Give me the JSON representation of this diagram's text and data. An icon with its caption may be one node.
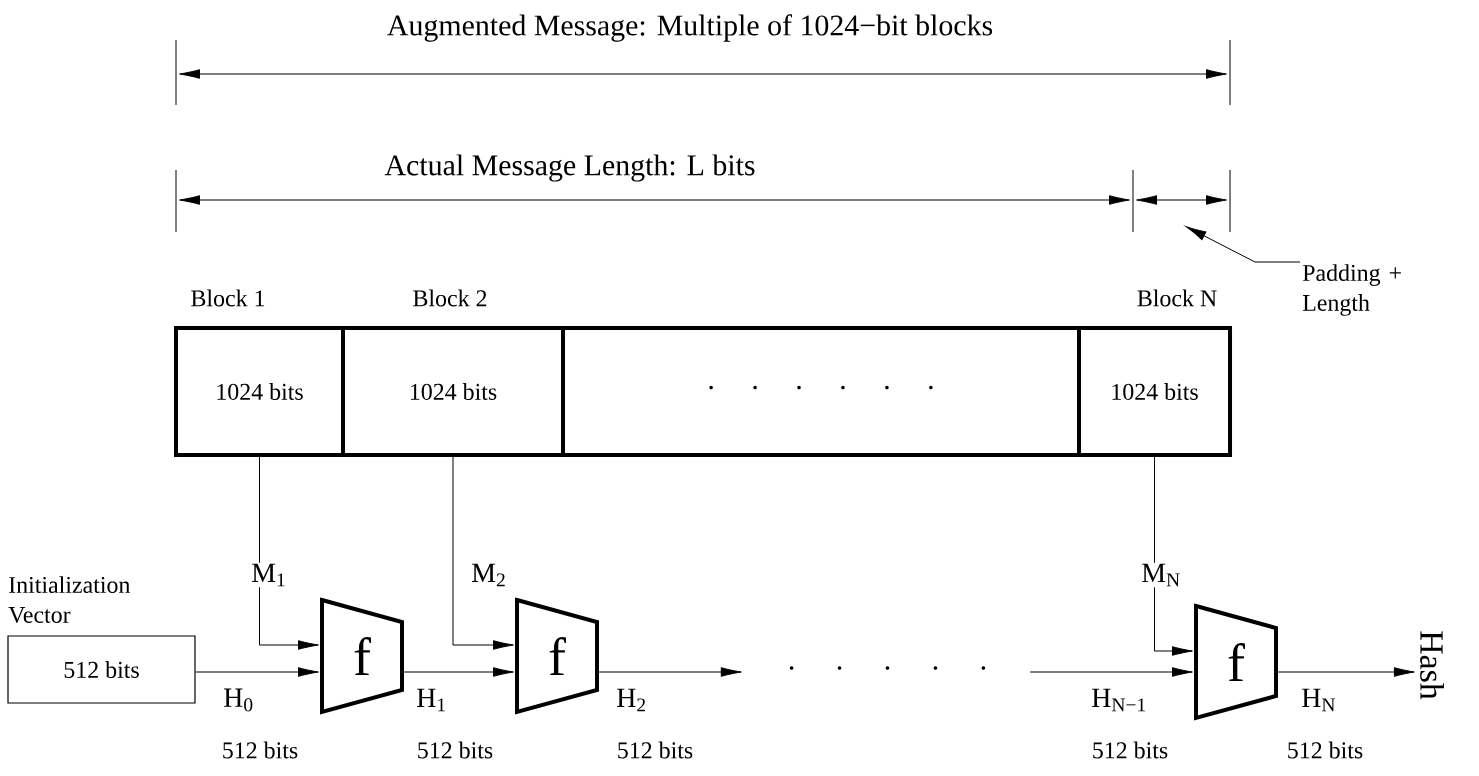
{
  "diagram": {
    "nodes": [
      {
        "text": [
          "Block 1",
          "1024 bits"
        ]
      },
      {
        "text": [
          "Block 2",
          "1024 bits"
        ]
      },
      {
        "text": [
          "· · · · · ·"
        ]
      },
      {
        "text": [
          "Block N",
          "1024 bits"
        ]
      },
      {
        "text": [
          "Initialization Vector",
          "512 bits"
        ]
      },
      {
        "text": [
          "f"
        ]
      },
      {
        "text": [
          "f"
        ]
      },
      {
        "text": [
          "f"
        ]
      },
      {
        "text": [
          "Hash"
        ]
      },
      {
        "text": [
          "· · · · ·"
        ]
      },
      {
        "text": [
          "Padding + Length"
        ]
      }
    ],
    "edges": [
      {
        "from": 0,
        "to": 5,
        "arrow": "to",
        "label": "M$_{1}$"
      },
      {
        "from": 1,
        "to": 6,
        "arrow": "to",
        "label": "M$_{2}$"
      },
      {
        "from": 3,
        "to": 7,
        "arrow": "to",
        "label": "M$_{N}$"
      },
      {
        "from": 4,
        "to": 5,
        "arrow": "to",
        "label": "H$_{0}$"
      },
      {
        "from": 5,
        "to": 6,
        "arrow": "to",
        "label": "H$_{1}$"
      },
      {
        "from": 6,
        "to": 9,
        "arrow": "to",
        "label": "H$_{2}$"
      },
      {
        "from": 9,
        "to": 7,
        "arrow": "to",
        "label": "H$_{N−1}$"
      },
      {
        "from": 7,
        "to": 8,
        "arrow": "to",
        "label": "H$_{N}$"
      },
      {
        "from": 10,
        "to": null,
        "arrow": "to"
      }
    ],
    "labels": [
      "Augmented Message: Multiple of 1024−bit blocks",
      "Actual Message Length: L bits",
      "512 bits",
      "512 bits",
      "512 bits",
      "512 bits",
      "512 bits"
    ]
  }
}
